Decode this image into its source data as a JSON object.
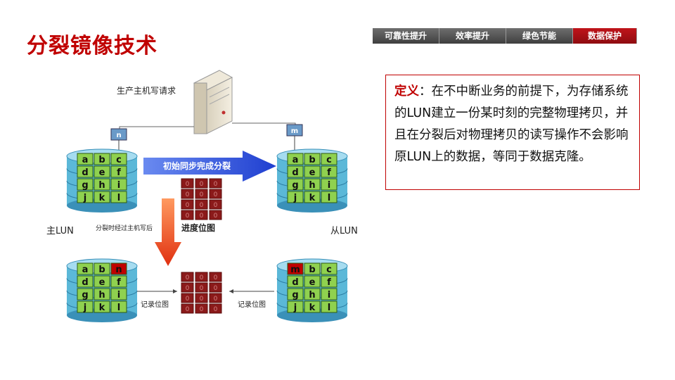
{
  "title": "分裂镜像技术",
  "tabs": [
    {
      "label": "可靠性提升",
      "active": false
    },
    {
      "label": "效率提升",
      "active": false
    },
    {
      "label": "绿色节能",
      "active": false
    },
    {
      "label": "数据保护",
      "active": true
    }
  ],
  "definition": {
    "keyword": "定义",
    "separator": "：",
    "text": "在不中断业务的前提下，为存储系统的LUN建立一份某时刻的完整物理拷贝，并且在分裂后对物理拷贝的读写操作不会影响原LUN上的数据，等同于数据克隆。"
  },
  "diagram": {
    "host_label": "生产主机写请求",
    "primary_lun_label": "主LUN",
    "secondary_lun_label": "从LUN",
    "sync_arrow_label": "初始同步完成分裂",
    "bitmap_label": "进度位图",
    "post_split_label": "分裂时经过主机写后",
    "record_bitmap_left": "记录位图",
    "record_bitmap_right": "记录位图",
    "port_left": "n",
    "port_right": "m",
    "bitmap_cell": "0",
    "lun_grid": [
      [
        "a",
        "b",
        "c"
      ],
      [
        "d",
        "e",
        "f"
      ],
      [
        "g",
        "h",
        "i"
      ],
      [
        "j",
        "k",
        "l"
      ]
    ],
    "modified_primary": "n",
    "modified_secondary": "m",
    "colors": {
      "accent": "#c00000",
      "cell_green": "#8fd14f",
      "cell_red": "#c00000",
      "db_blue": "#5bb8d8",
      "arrow_blue": "#1f3fd0",
      "arrow_red": "#e03010"
    }
  }
}
